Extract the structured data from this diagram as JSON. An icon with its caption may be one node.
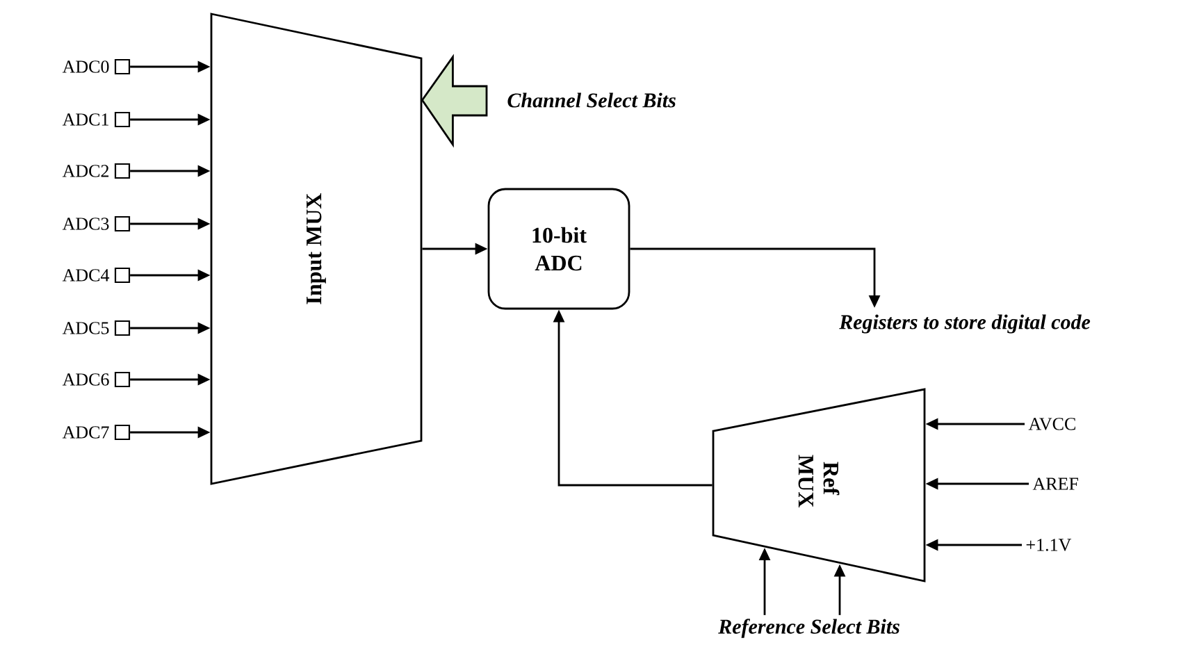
{
  "diagram": {
    "nodes": [
      {
        "text": [
          "ADC0"
        ]
      },
      {
        "text": [
          "ADC1"
        ]
      },
      {
        "text": [
          "ADC2"
        ]
      },
      {
        "text": [
          "ADC3"
        ]
      },
      {
        "text": [
          "ADC4"
        ]
      },
      {
        "text": [
          "ADC5"
        ]
      },
      {
        "text": [
          "ADC6"
        ]
      },
      {
        "text": [
          "ADC7"
        ]
      },
      {
        "text": [
          "Input MUX"
        ]
      },
      {
        "text": [
          "Channel Select Bits"
        ]
      },
      {
        "text": [
          "10-bit ADC"
        ]
      },
      {
        "text": [
          "Registers to store digital code"
        ]
      },
      {
        "text": [
          "Ref MUX"
        ]
      },
      {
        "text": [
          "AVCC"
        ]
      },
      {
        "text": [
          "AREF"
        ]
      },
      {
        "text": [
          "+1.1V"
        ]
      },
      {
        "text": [
          "Reference Select Bits"
        ]
      }
    ],
    "edges": [
      {
        "from": 0,
        "to": 8,
        "arrow": "to"
      },
      {
        "from": 1,
        "to": 8,
        "arrow": "to"
      },
      {
        "from": 2,
        "to": 8,
        "arrow": "to"
      },
      {
        "from": 3,
        "to": 8,
        "arrow": "to"
      },
      {
        "from": 4,
        "to": 8,
        "arrow": "to"
      },
      {
        "from": 5,
        "to": 8,
        "arrow": "to"
      },
      {
        "from": 6,
        "to": 8,
        "arrow": "to"
      },
      {
        "from": 7,
        "to": 8,
        "arrow": "to"
      },
      {
        "from": 9,
        "to": 8,
        "arrow": "to",
        "style": "thick",
        "color": "#d5e8c8"
      },
      {
        "from": 8,
        "to": 10,
        "arrow": "to"
      },
      {
        "from": 10,
        "to": 11,
        "arrow": "to"
      },
      {
        "from": 12,
        "to": 10,
        "arrow": "to"
      },
      {
        "from": 13,
        "to": 12,
        "arrow": "to"
      },
      {
        "from": 14,
        "to": 12,
        "arrow": "to"
      },
      {
        "from": 15,
        "to": 12,
        "arrow": "to"
      },
      {
        "from": 16,
        "to": 12,
        "arrow": "to"
      },
      {
        "from": 16,
        "to": 12,
        "arrow": "to"
      }
    ]
  }
}
